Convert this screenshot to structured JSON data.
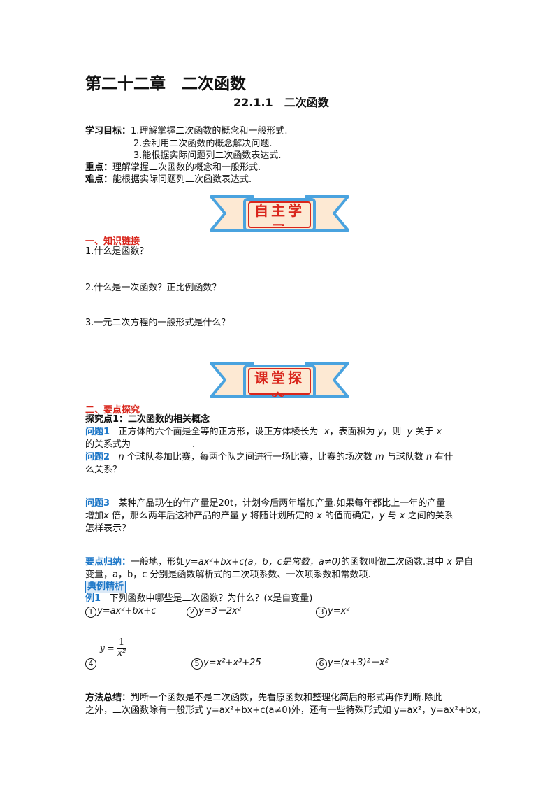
{
  "header": {
    "chapter_title": "第二十二章　二次函数",
    "section_title": "22.1.1　二次函数"
  },
  "goals": {
    "label": "学习目标：",
    "items": [
      "1.理解掌握二次函数的概念和一般形式.",
      "2.会利用二次函数的概念解决问题.",
      "3.能根据实际问题列二次函数表达式."
    ],
    "key_label": "重点：",
    "key_text": "理解掌握二次函数的概念和一般形式.",
    "diff_label": "难点：",
    "diff_text": "能根据实际问题列二次函数表达式."
  },
  "banner1": {
    "text": "自主学习"
  },
  "banner2": {
    "text": "课堂探究"
  },
  "colors": {
    "blue": "#1f78c8",
    "red": "#d9261c",
    "banner_fill": "#fde9d3",
    "banner_border": "#4aa3df"
  },
  "part1": {
    "heading": "一、知识链接",
    "q1": "1.什么是函数？",
    "q2": "2.什么是一次函数？正比例函数？",
    "q3": "3.一元二次方程的一般形式是什么？"
  },
  "part2": {
    "heading": "二、要点探究",
    "point1": "探究点1：二次函数的相关概念",
    "p1_label": "问题1",
    "p1_text_a": "正方体的六个面是全等的正方形，设正方体棱长为",
    "p1_x": "x",
    "p1_text_b": "，表面积为",
    "p1_y": "y",
    "p1_text_c": "，则",
    "p1_text_d": "关于",
    "p1_line2": "的关系式为",
    "p1_end": ".",
    "p2_label": "问题2",
    "p2_n": "n",
    "p2_text_a": "个球队参加比赛，每两个队之间进行一场比赛，比赛的场次数",
    "p2_m": "m",
    "p2_text_b": "与球队数",
    "p2_text_c": "有什",
    "p2_line2": "么关系？",
    "p3_label": "问题3",
    "p3_line1": "某种产品现在的年产量是20t，计划今后两年增加产量.如果每年都比上一年的产量",
    "p3_line2_a": "增加",
    "p3_line2_b": "倍，那么两年后这种产品的产量",
    "p3_line2_c": "将随计划所定的",
    "p3_line2_d": "的值而确定，",
    "p3_line2_e": "与",
    "p3_line2_f": "之间的关系",
    "p3_line3": "怎样表示？",
    "summary_label": "要点归纳：",
    "summary_a": "一般地，形如",
    "summary_formula": "y=ax²+bx+c(a，b，c是常数，a≠0)",
    "summary_b": "的函数叫做二次函数.其中",
    "summary_c": "是自",
    "summary_line2": "变量，a，b，c 分别是函数解析式的二次项系数、一次项系数和常数项.",
    "example_box": "典例精析",
    "ex1_label": "例1",
    "ex1_text": "下列函数中哪些是二次函数？为什么？(x是自变量)",
    "options": [
      {
        "num": "1",
        "text": "y=ax²+bx+c"
      },
      {
        "num": "2",
        "text": "y=3－2x²"
      },
      {
        "num": "3",
        "text": "y=x²"
      },
      {
        "num": "4",
        "frac_num": "1",
        "frac_den": "x²"
      },
      {
        "num": "5",
        "text": "y=x²+x³+25"
      },
      {
        "num": "6",
        "text": "y=(x+3)²－x²"
      }
    ],
    "method_label": "方法总结：",
    "method_line1": "判断一个函数是不是二次函数，先看原函数和整理化简后的形式再作判断.除此",
    "method_line2": "之外，二次函数除有一般形式 y=ax²+bx+c(a≠0)外，还有一些特殊形式如 y=ax²，y=ax²+bx，"
  }
}
